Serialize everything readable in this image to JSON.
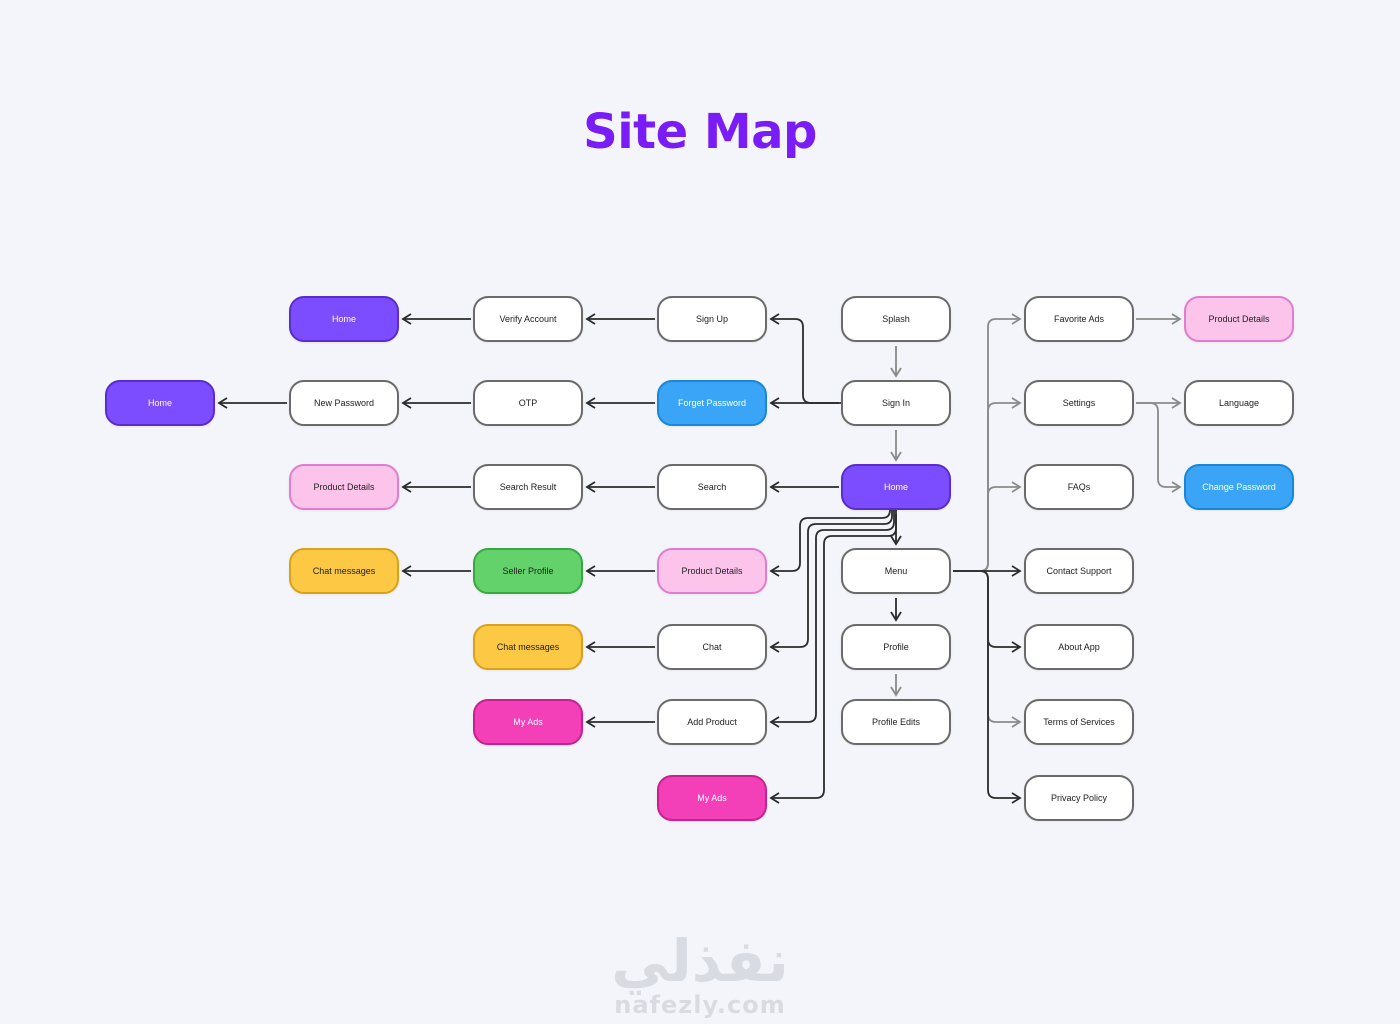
{
  "title": "Site Map",
  "colors": {
    "title": "#7a1cf5",
    "background": "#f3f5fb",
    "primary_arrow": "#2b2b2b",
    "secondary_arrow": "#8a8a8a"
  },
  "nodes": {
    "home_top": {
      "label": "Home",
      "style": "purple"
    },
    "verify_account": {
      "label": "Verify Account",
      "style": "white"
    },
    "sign_up": {
      "label": "Sign Up",
      "style": "white"
    },
    "splash": {
      "label": "Splash",
      "style": "white"
    },
    "home_left": {
      "label": "Home",
      "style": "purple"
    },
    "new_password": {
      "label": "New Password",
      "style": "white"
    },
    "otp": {
      "label": "OTP",
      "style": "white"
    },
    "forget_password": {
      "label": "Forget Password",
      "style": "blue"
    },
    "sign_in": {
      "label": "Sign In",
      "style": "white"
    },
    "product_details_left": {
      "label": "Product Details",
      "style": "pink"
    },
    "search_result": {
      "label": "Search Result",
      "style": "white"
    },
    "search": {
      "label": "Search",
      "style": "white"
    },
    "home_main": {
      "label": "Home",
      "style": "purple"
    },
    "chat_messages_1": {
      "label": "Chat messages",
      "style": "yellow"
    },
    "seller_profile": {
      "label": "Seller Profile",
      "style": "green"
    },
    "product_details_mid": {
      "label": "Product Details",
      "style": "pink"
    },
    "menu": {
      "label": "Menu",
      "style": "white"
    },
    "chat_messages_2": {
      "label": "Chat messages",
      "style": "yellow"
    },
    "chat": {
      "label": "Chat",
      "style": "white"
    },
    "profile": {
      "label": "Profile",
      "style": "white"
    },
    "my_ads_1": {
      "label": "My Ads",
      "style": "magenta"
    },
    "add_product": {
      "label": "Add Product",
      "style": "white"
    },
    "profile_edits": {
      "label": "Profile Edits",
      "style": "white"
    },
    "my_ads_2": {
      "label": "My Ads",
      "style": "magenta"
    },
    "favorite_ads": {
      "label": "Favorite Ads",
      "style": "white"
    },
    "product_details_right": {
      "label": "Product Details",
      "style": "pink"
    },
    "settings": {
      "label": "Settings",
      "style": "white"
    },
    "language": {
      "label": "Language",
      "style": "white"
    },
    "faqs": {
      "label": "FAQs",
      "style": "white"
    },
    "change_password": {
      "label": "Change Password",
      "style": "blue"
    },
    "contact_support": {
      "label": "Contact Support",
      "style": "white"
    },
    "about_app": {
      "label": "About App",
      "style": "white"
    },
    "terms_of_services": {
      "label": "Terms of Services",
      "style": "white"
    },
    "privacy_policy": {
      "label": "Privacy Policy",
      "style": "white"
    }
  },
  "edges": [
    {
      "from": "splash",
      "to": "sign_in",
      "kind": "secondary"
    },
    {
      "from": "sign_in",
      "to": "home_main",
      "kind": "secondary"
    },
    {
      "from": "sign_in",
      "to": "sign_up",
      "kind": "primary"
    },
    {
      "from": "sign_in",
      "to": "forget_password",
      "kind": "primary"
    },
    {
      "from": "sign_up",
      "to": "verify_account",
      "kind": "primary"
    },
    {
      "from": "verify_account",
      "to": "home_top",
      "kind": "primary"
    },
    {
      "from": "forget_password",
      "to": "otp",
      "kind": "primary"
    },
    {
      "from": "otp",
      "to": "new_password",
      "kind": "primary"
    },
    {
      "from": "new_password",
      "to": "home_left",
      "kind": "primary"
    },
    {
      "from": "home_main",
      "to": "search",
      "kind": "primary"
    },
    {
      "from": "search",
      "to": "search_result",
      "kind": "primary"
    },
    {
      "from": "search_result",
      "to": "product_details_left",
      "kind": "primary"
    },
    {
      "from": "home_main",
      "to": "product_details_mid",
      "kind": "primary"
    },
    {
      "from": "home_main",
      "to": "chat",
      "kind": "primary"
    },
    {
      "from": "home_main",
      "to": "add_product",
      "kind": "primary"
    },
    {
      "from": "home_main",
      "to": "my_ads_2",
      "kind": "primary"
    },
    {
      "from": "home_main",
      "to": "menu",
      "kind": "primary"
    },
    {
      "from": "product_details_mid",
      "to": "seller_profile",
      "kind": "primary"
    },
    {
      "from": "seller_profile",
      "to": "chat_messages_1",
      "kind": "primary"
    },
    {
      "from": "chat",
      "to": "chat_messages_2",
      "kind": "primary"
    },
    {
      "from": "add_product",
      "to": "my_ads_1",
      "kind": "primary"
    },
    {
      "from": "menu",
      "to": "profile",
      "kind": "primary"
    },
    {
      "from": "profile",
      "to": "profile_edits",
      "kind": "secondary"
    },
    {
      "from": "menu",
      "to": "favorite_ads",
      "kind": "secondary"
    },
    {
      "from": "menu",
      "to": "settings",
      "kind": "secondary"
    },
    {
      "from": "menu",
      "to": "faqs",
      "kind": "secondary"
    },
    {
      "from": "menu",
      "to": "contact_support",
      "kind": "primary"
    },
    {
      "from": "menu",
      "to": "about_app",
      "kind": "primary"
    },
    {
      "from": "menu",
      "to": "terms_of_services",
      "kind": "secondary"
    },
    {
      "from": "menu",
      "to": "privacy_policy",
      "kind": "primary"
    },
    {
      "from": "favorite_ads",
      "to": "product_details_right",
      "kind": "secondary"
    },
    {
      "from": "settings",
      "to": "language",
      "kind": "secondary"
    },
    {
      "from": "settings",
      "to": "change_password",
      "kind": "secondary"
    }
  ],
  "watermark": {
    "arabic": "نفذلي",
    "latin": "nafezly.com"
  }
}
